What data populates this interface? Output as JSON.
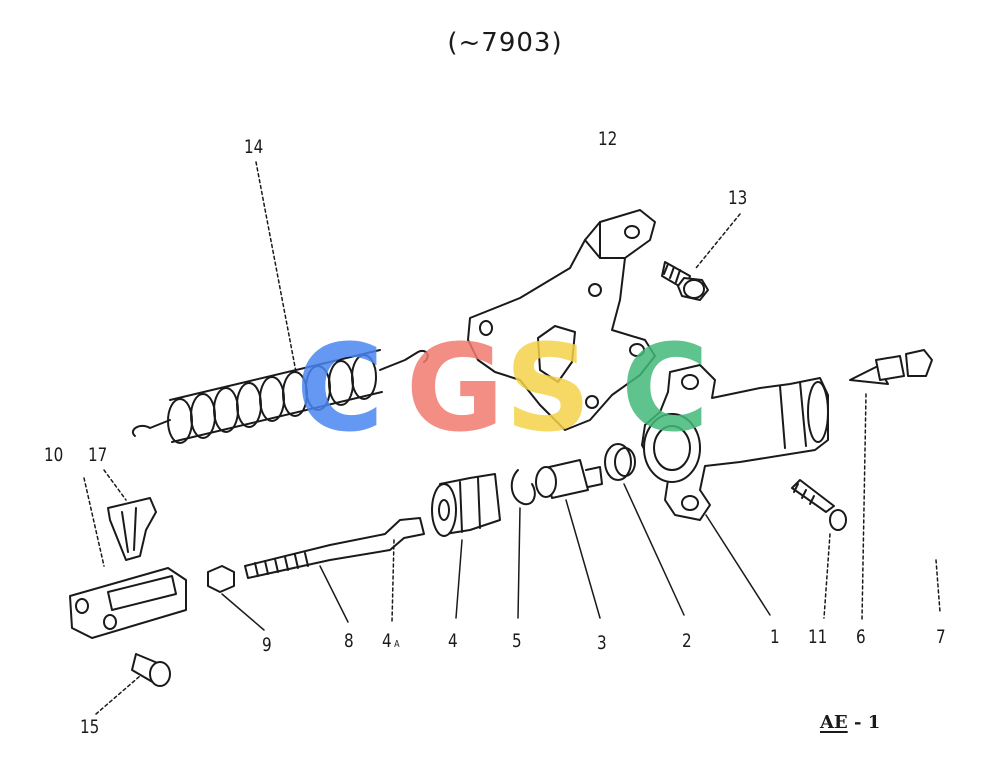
{
  "diagram": {
    "heading": "(~7903)",
    "page_code": "AE",
    "page_number": "- 1",
    "callouts": {
      "c1": "1",
      "c2": "2",
      "c3": "3",
      "c4": "4",
      "c4a": "4",
      "c4a_suffix": "A",
      "c5": "5",
      "c6": "6",
      "c7": "7",
      "c8": "8",
      "c9": "9",
      "c10": "10",
      "c11": "11",
      "c12": "12",
      "c13": "13",
      "c14": "14",
      "c15": "15",
      "c17": "17"
    }
  },
  "watermark": {
    "letters": [
      "C",
      "G",
      "S",
      "C"
    ],
    "colors": [
      "#4a86f0",
      "#f07a6e",
      "#f5d24a",
      "#43b879"
    ],
    "opacity": 0.85
  }
}
